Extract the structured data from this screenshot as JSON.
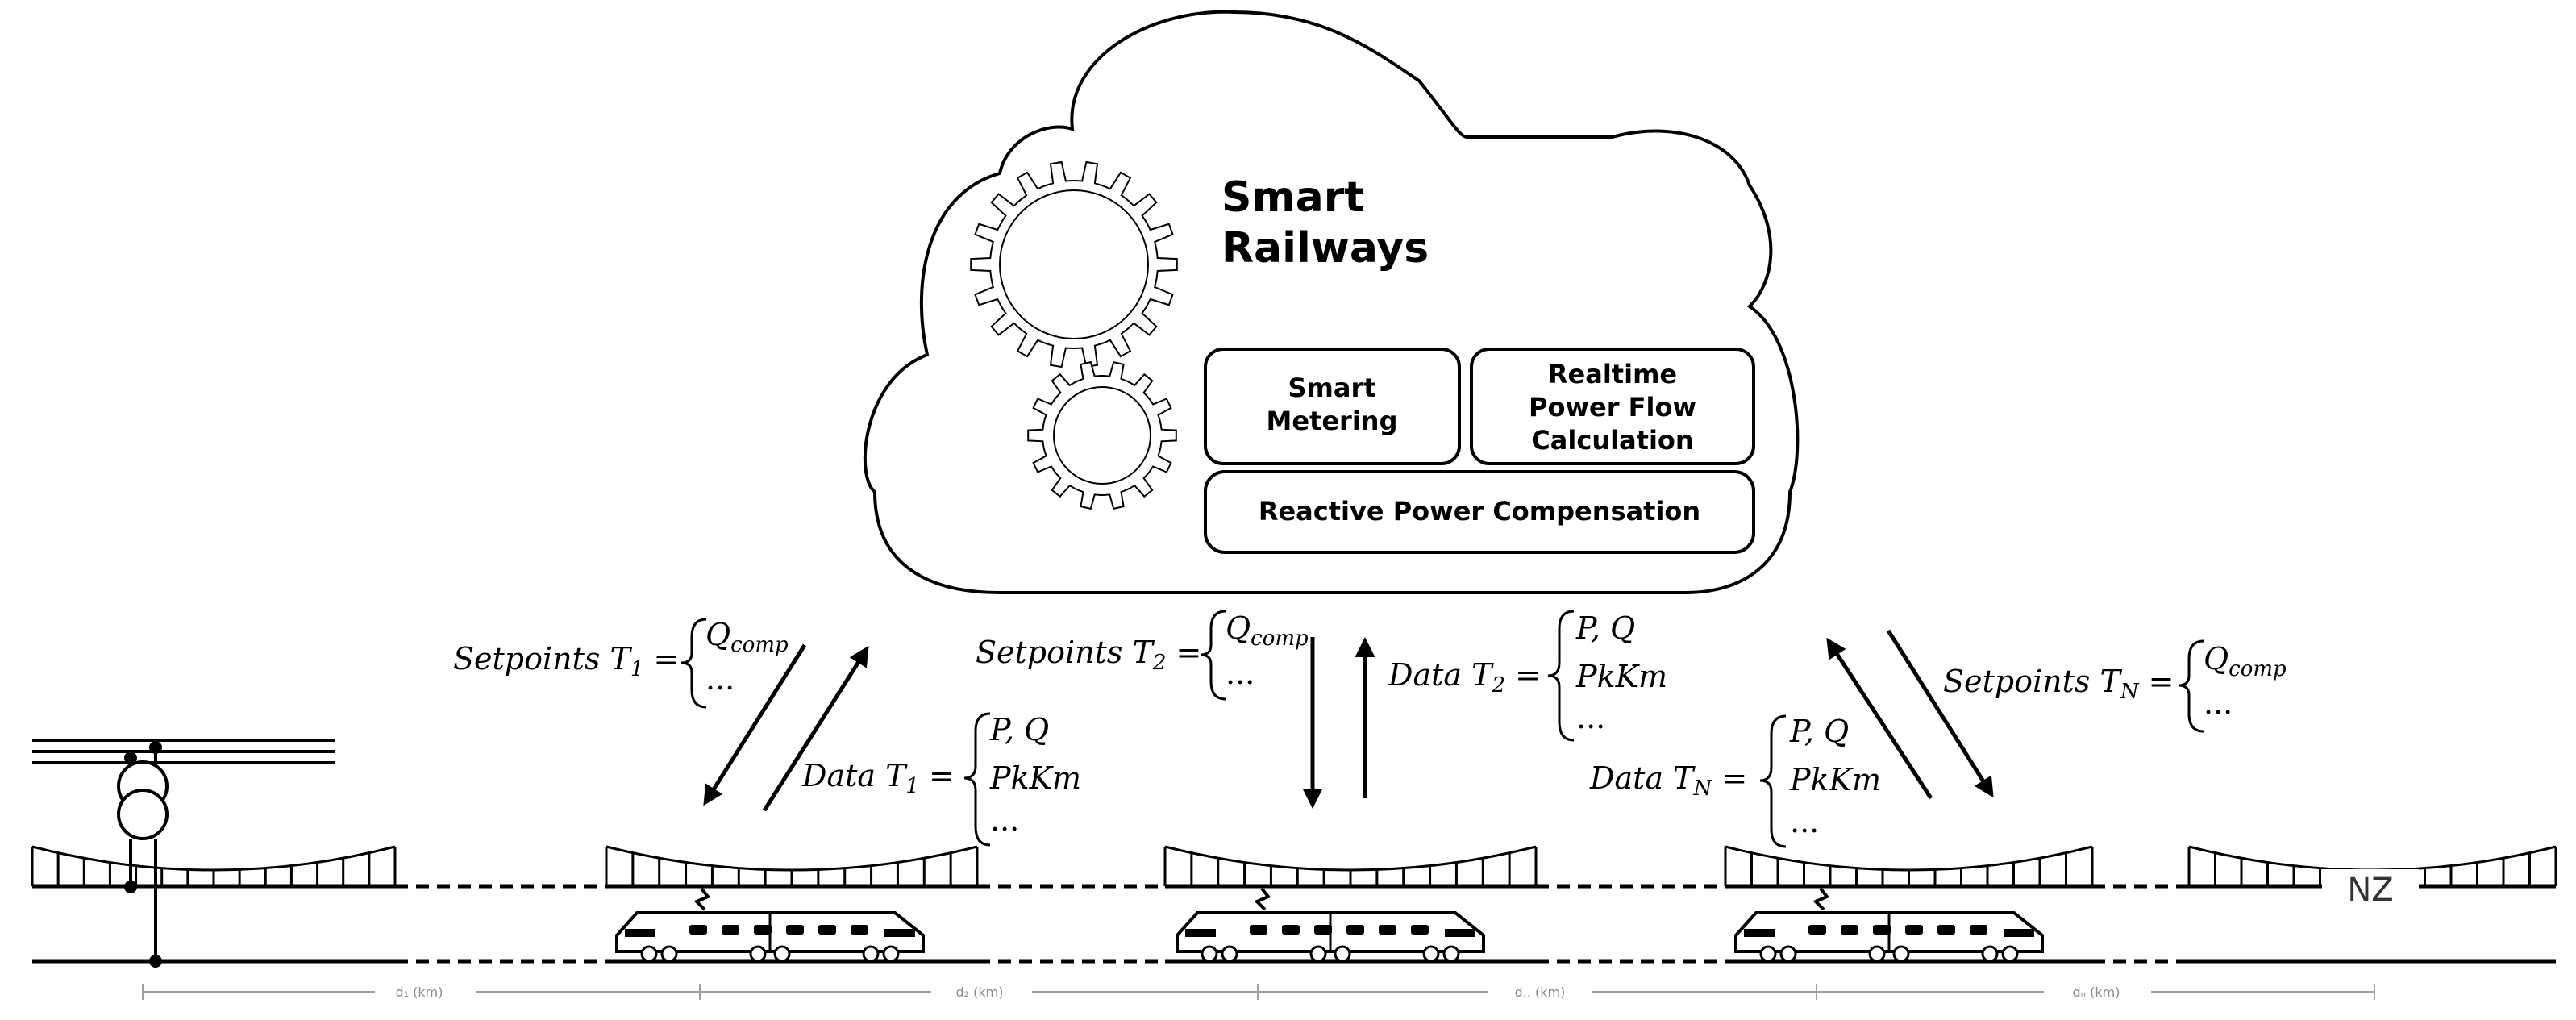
{
  "cloud": {
    "title_line1": "Smart",
    "title_line2": "Railways",
    "box_metering_line1": "Smart",
    "box_metering_line2": "Metering",
    "box_powerflow_line1": "Realtime",
    "box_powerflow_line2": "Power Flow",
    "box_powerflow_line3": "Calculation",
    "box_reactive": "Reactive Power Compensation"
  },
  "labels": {
    "setpoints_t1": "Setpoints T",
    "setpoints_t1_sub": "1",
    "setpoints_t2": "Setpoints T",
    "setpoints_t2_sub": "2",
    "setpoints_tn": "Setpoints T",
    "setpoints_tn_sub": "N",
    "data_t1": "Data T",
    "data_t1_sub": "1",
    "data_t2": "Data T",
    "data_t2_sub": "2",
    "data_tn": "Data T",
    "data_tn_sub": "N",
    "equals": "=",
    "q_comp": "Q",
    "q_comp_sub": "comp",
    "ellipsis": "...",
    "p_q": "P,  Q",
    "pkkm": "PkKm"
  },
  "distances": {
    "d1": "d₁ (km)",
    "d2": "d₂ (km)",
    "d3": "d.. (km)",
    "d4": "dₙ (km)"
  },
  "neutral_zone": "NZ"
}
